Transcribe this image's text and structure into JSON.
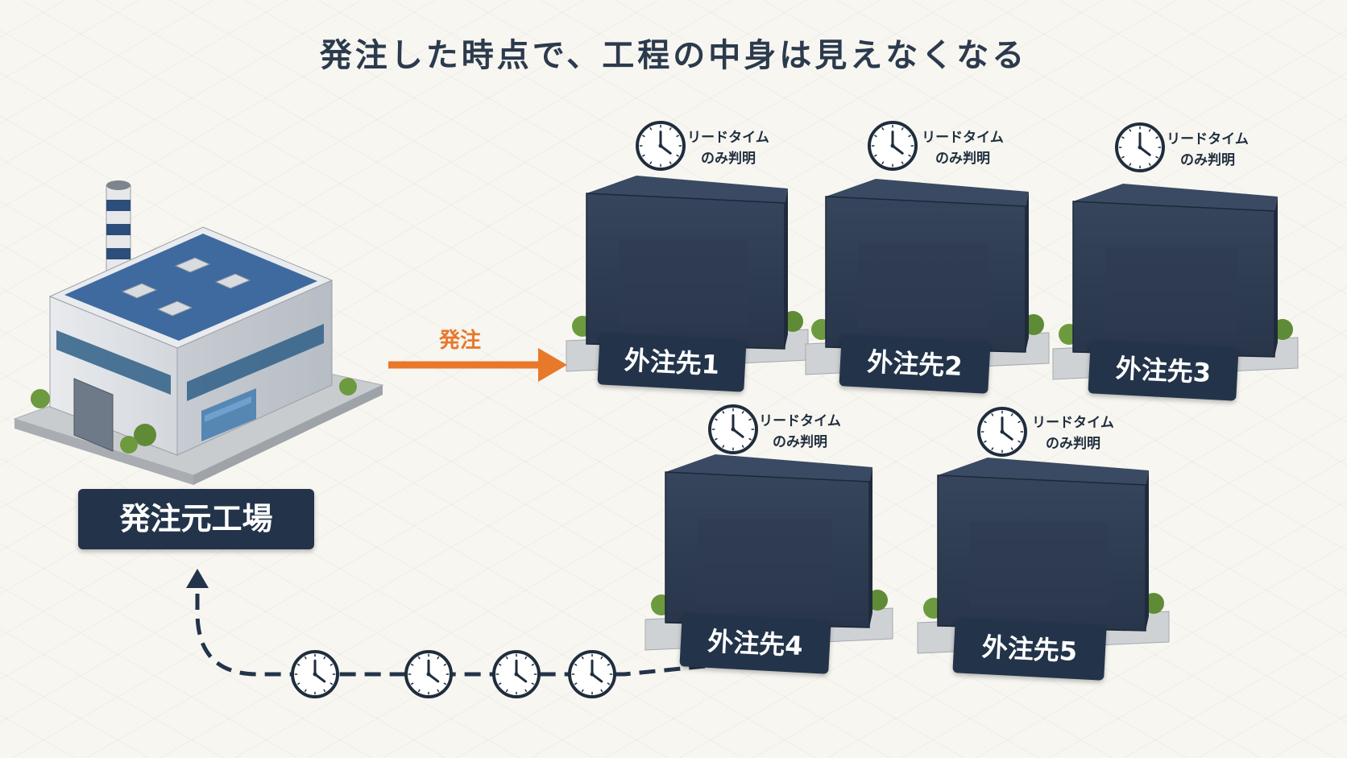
{
  "title": "発注した時点で、工程の中身は見えなくなる",
  "origin": {
    "label": "発注元工場"
  },
  "order_arrow": {
    "label": "発注",
    "color": "#e8782a"
  },
  "supplier_caption": "リードタイム\nのみ判明",
  "suppliers": [
    {
      "label": "外注先1"
    },
    {
      "label": "外注先2"
    },
    {
      "label": "外注先3"
    },
    {
      "label": "外注先4"
    },
    {
      "label": "外注先5"
    }
  ],
  "colors": {
    "navy": "#23344a",
    "title": "#2c3a4d",
    "roof": "#3f6aa0",
    "arrow": "#e8782a"
  }
}
